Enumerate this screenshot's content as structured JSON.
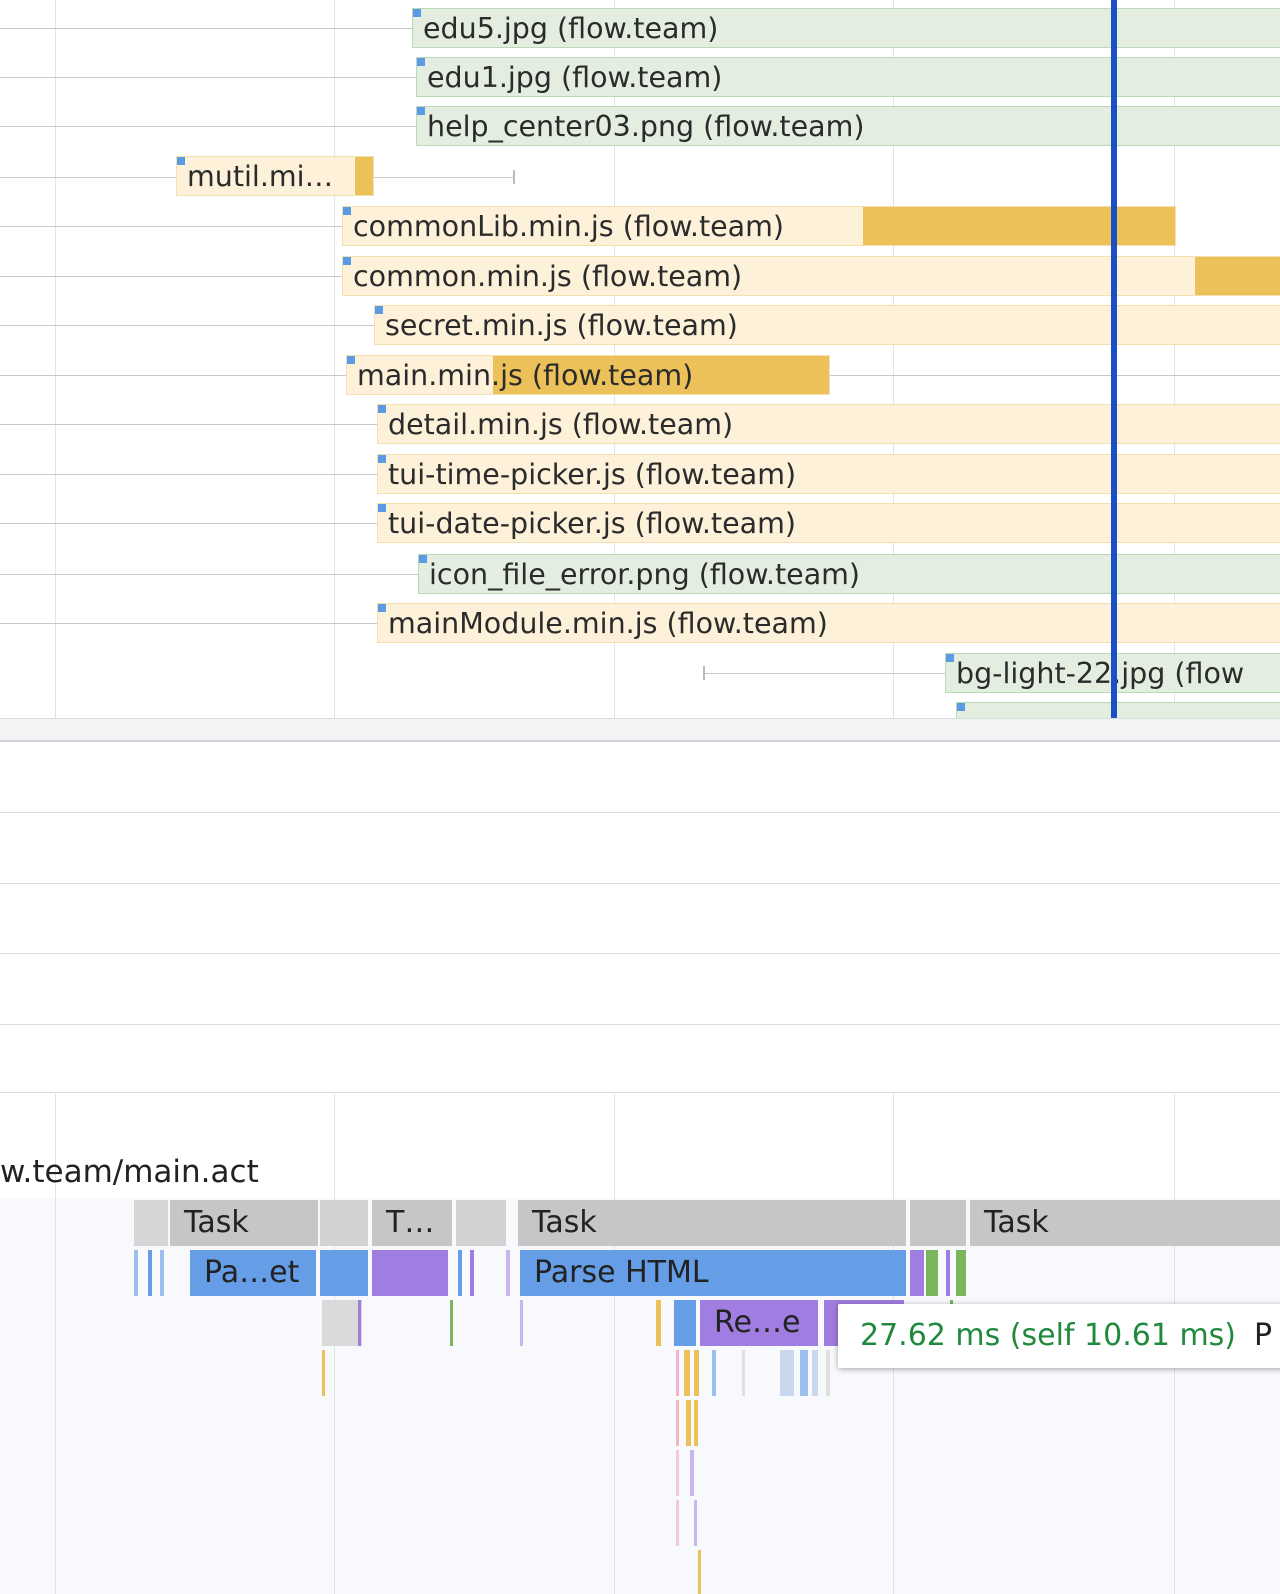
{
  "network": {
    "requests": [
      {
        "label": "edu5.jpg (flow.team)",
        "kind": "img"
      },
      {
        "label": "edu1.jpg (flow.team)",
        "kind": "img"
      },
      {
        "label": "help_center03.png (flow.team)",
        "kind": "img"
      },
      {
        "label": "mutil.mi…",
        "kind": "js"
      },
      {
        "label": "commonLib.min.js (flow.team)",
        "kind": "js"
      },
      {
        "label": "common.min.js (flow.team)",
        "kind": "js"
      },
      {
        "label": "secret.min.js (flow.team)",
        "kind": "js"
      },
      {
        "label": "main.min.js (flow.team)",
        "kind": "js"
      },
      {
        "label": "detail.min.js (flow.team)",
        "kind": "js"
      },
      {
        "label": "tui-time-picker.js (flow.team)",
        "kind": "js"
      },
      {
        "label": "tui-date-picker.js (flow.team)",
        "kind": "js"
      },
      {
        "label": "icon_file_error.png (flow.team)",
        "kind": "img"
      },
      {
        "label": "mainModule.min.js (flow.team)",
        "kind": "js"
      },
      {
        "label": "bg-light-22.jpg (flow",
        "kind": "img"
      }
    ]
  },
  "main_thread": {
    "url_label": "w.team/main.act",
    "tasks": [
      "Task",
      "T…",
      "Task",
      "Task"
    ],
    "events": [
      "Pa…et",
      "Parse HTML",
      "Re…e"
    ]
  },
  "tooltip": {
    "time": "27.62 ms (self 10.61 ms)",
    "trailing": "P"
  },
  "colors": {
    "js_bar": "#fdf1da",
    "js_receive": "#ecc15a",
    "img_bar": "#e3eee1",
    "task": "#c6c6c6",
    "parse_html": "#659ee6",
    "recalc_style": "#a07de0",
    "cursor": "#1b4fc4",
    "tooltip_time": "#1f8a3b"
  }
}
